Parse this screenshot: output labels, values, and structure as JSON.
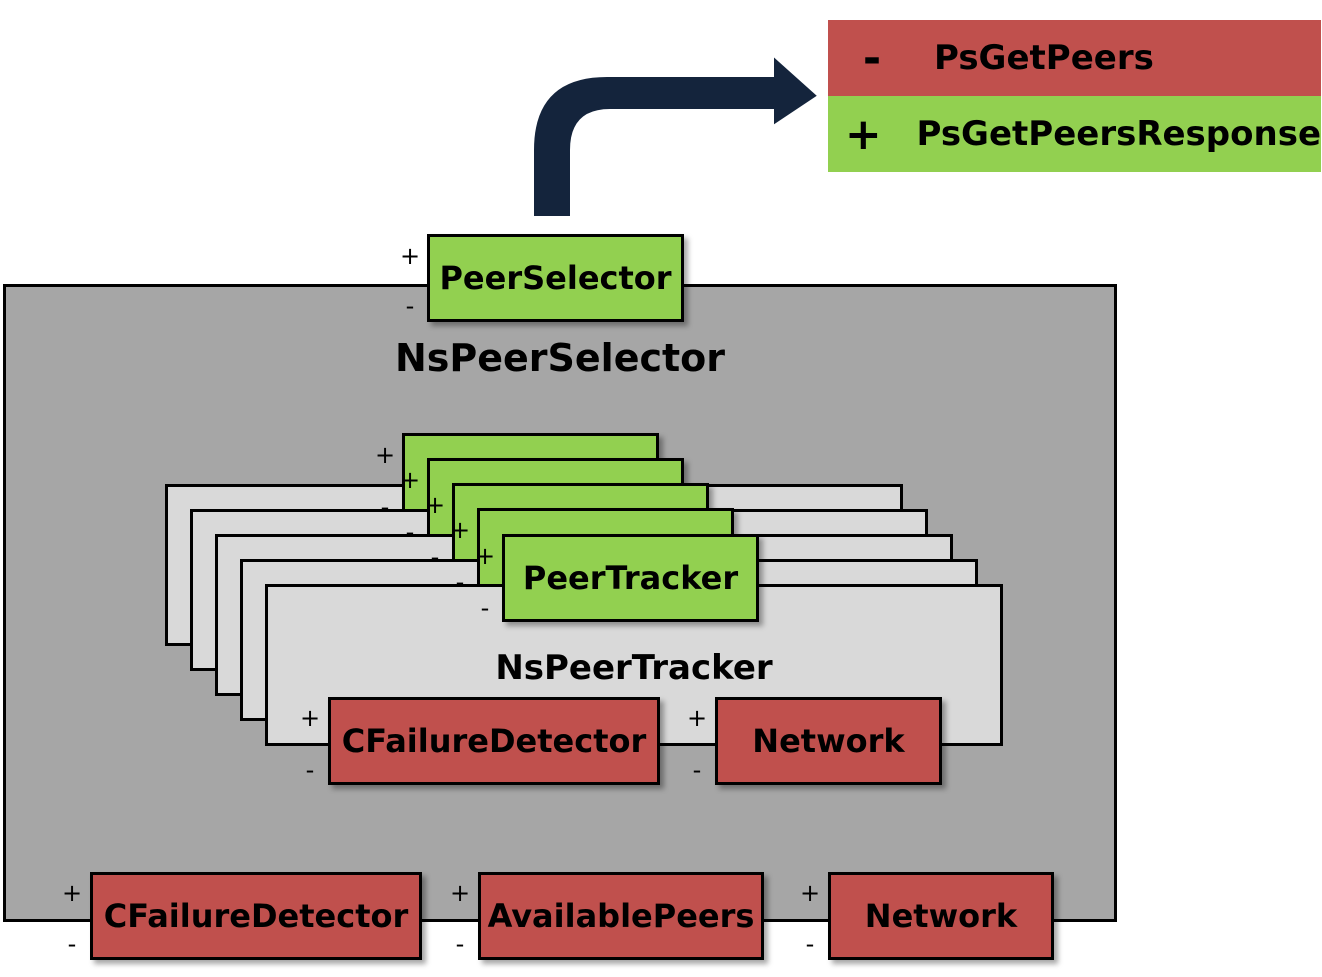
{
  "legend": {
    "minus_symbol": "-",
    "minus_label": "PsGetPeers",
    "plus_symbol": "+",
    "plus_label": "PsGetPeersResponse",
    "minus_color": "#c0504d",
    "plus_color": "#92d050"
  },
  "outer": {
    "title": "NsPeerSelector",
    "port": {
      "label": "PeerSelector",
      "plus": "+",
      "minus": "-"
    },
    "bottom_ports": [
      {
        "label": "CFailureDetector",
        "plus": "+",
        "minus": "-"
      },
      {
        "label": "AvailablePeers",
        "plus": "+",
        "minus": "-"
      },
      {
        "label": "Network",
        "plus": "+",
        "minus": "-"
      }
    ]
  },
  "inner": {
    "title": "NsPeerTracker",
    "port": {
      "label": "PeerTracker",
      "plus": "+",
      "minus": "-"
    },
    "bottom_ports": [
      {
        "label": "CFailureDetector",
        "plus": "+",
        "minus": "-"
      },
      {
        "label": "Network",
        "plus": "+",
        "minus": "-"
      }
    ]
  },
  "colors": {
    "provided_port": "#92d050",
    "required_port": "#c0504d",
    "outer_fill": "#a6a6a6",
    "inner_fill": "#d9d9d9",
    "arrow": "#14243c"
  }
}
